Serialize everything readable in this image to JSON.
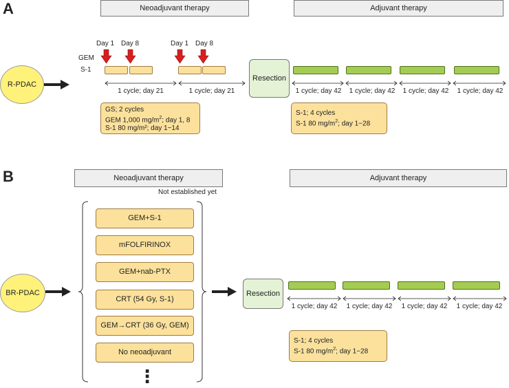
{
  "panel_a": {
    "letter": "A",
    "neo_header": "Neoadjuvant therapy",
    "adj_header": "Adjuvant therapy",
    "patient": "R-PDAC",
    "gem_label": "GEM",
    "s1_label": "S-1",
    "day_labels": [
      "Day 1",
      "Day 8",
      "Day 1",
      "Day 8"
    ],
    "resection": "Resection",
    "neo_cycles": [
      "1 cycle; day 21",
      "1 cycle; day 21"
    ],
    "adj_cycles": [
      "1 cycle; day 42",
      "1 cycle; day 42",
      "1 cycle; day 42",
      "1 cycle; day 42"
    ],
    "neo_box": {
      "line1": "GS; 2 cycles",
      "line2_pre": "GEM 1,000 mg/m",
      "line2_sup": "2",
      "line2_post": "; day 1, 8",
      "line3": "S-1 80 mg/m²; day 1−14"
    },
    "adj_box": {
      "line1": "S-1; 4 cycles",
      "line2_pre": "S-1 80 mg/m",
      "line2_sup": "2",
      "line2_post": "; day 1−28"
    }
  },
  "panel_b": {
    "letter": "B",
    "neo_header": "Neoadjuvant therapy",
    "adj_header": "Adjuvant therapy",
    "note": "Not established yet",
    "patient": "BR-PDAC",
    "regimens": [
      "GEM+S-1",
      "mFOLFIRINOX",
      "GEM+nab-PTX",
      "CRT (54 Gy, S-1)",
      "GEM→CRT (36 Gy, GEM)",
      "No neoadjuvant"
    ],
    "ellipsis": "⋮",
    "resection": "Resection",
    "adj_cycles": [
      "1 cycle; day 42",
      "1 cycle; day 42",
      "1 cycle; day 42",
      "1 cycle; day 42"
    ],
    "adj_box": {
      "line1": "S-1; 4 cycles",
      "line2_pre": "S-1 80 mg/m",
      "line2_sup": "2",
      "line2_post": "; day 1−28"
    }
  },
  "colors": {
    "gs_fill": "#fbe19c",
    "s1_fill": "#a4cc53",
    "patient_fill": "#fff27a",
    "resection_fill": "#e4f2d6",
    "arrow_red": "#d81e1e"
  }
}
